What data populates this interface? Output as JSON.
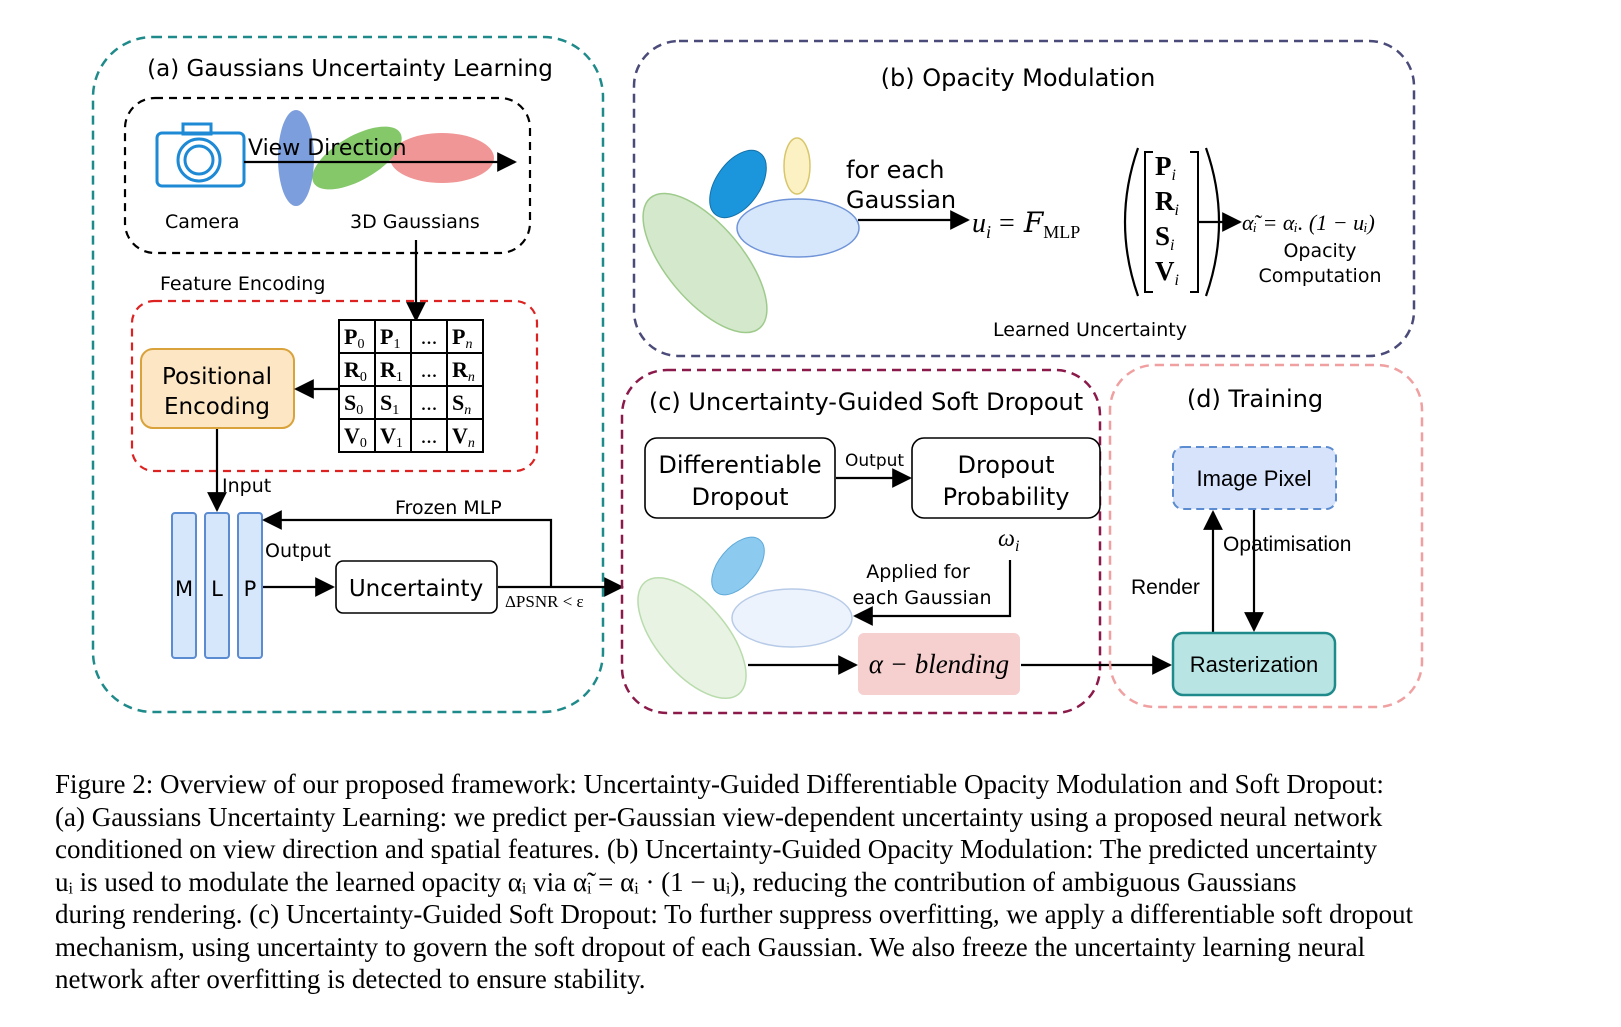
{
  "panel_a": {
    "title": "(a) Gaussians Uncertainty Learning",
    "view_direction": "View Direction",
    "camera": "Camera",
    "gaussians_3d": "3D Gaussians",
    "feature_encoding": "Feature Encoding",
    "positional_encoding_1": "Positional",
    "positional_encoding_2": "Encoding",
    "input": "Input",
    "output": "Output",
    "frozen_mlp": "Frozen MLP",
    "uncertainty": "Uncertainty",
    "mlp_letters": [
      "M",
      "L",
      "P"
    ],
    "psnr_condition": "ΔPSNR < ε",
    "matrix": [
      [
        "P",
        "0",
        "P",
        "1",
        "...",
        "P",
        "n"
      ],
      [
        "R",
        "0",
        "R",
        "1",
        "...",
        "R",
        "n"
      ],
      [
        "S",
        "0",
        "S",
        "1",
        "...",
        "S",
        "n"
      ],
      [
        "V",
        "0",
        "V",
        "1",
        "...",
        "V",
        "n"
      ]
    ]
  },
  "panel_b": {
    "title": "(b)  Opacity Modulation",
    "for_each_1": "for each",
    "for_each_2": "Gaussian",
    "formula_u": "u",
    "formula_sub_i": "i",
    "formula_eq": "= ",
    "formula_f": "F",
    "formula_mlp": "MLP",
    "vector": [
      "P",
      "R",
      "S",
      "V"
    ],
    "alpha_formula": "α̃ᵢ = αᵢ. (1 − uᵢ)",
    "opacity_1": "Opacity",
    "opacity_2": "Computation",
    "learned_uncertainty": "Learned Uncertainty"
  },
  "panel_c": {
    "title": "(c) Uncertainty-Guided Soft Dropout",
    "diff_dropout_1": "Differentiable",
    "diff_dropout_2": "Dropout",
    "output": "Output",
    "dropout_prob_1": "Dropout",
    "dropout_prob_2": "Probability",
    "omega": "ω",
    "omega_sub": "i",
    "applied_1": "Applied for",
    "applied_2": "each Gaussian",
    "alpha_blending": "α − blending"
  },
  "panel_d": {
    "title": "(d) Training",
    "image_pixel": "Image Pixel",
    "optimisation": "Opatimisation",
    "render": "Render",
    "rasterization": "Rasterization"
  },
  "caption": {
    "line1": "Figure 2: Overview of our proposed framework: Uncertainty-Guided Differentiable Opacity Modulation and Soft Dropout:",
    "line2": "(a) Gaussians Uncertainty Learning: we predict per-Gaussian view-dependent uncertainty using a proposed neural network",
    "line3": "conditioned on view direction and spatial features. (b) Uncertainty-Guided Opacity Modulation: The predicted uncertainty",
    "line4": "uᵢ is used to modulate the learned opacity αᵢ via α̃ᵢ = αᵢ · (1 − uᵢ), reducing the contribution of ambiguous Gaussians",
    "line5": "during rendering. (c) Uncertainty-Guided Soft Dropout: To further suppress overfitting, we apply a differentiable soft dropout",
    "line6": "mechanism, using uncertainty to govern the soft dropout of each Gaussian. We also freeze the uncertainty learning neural",
    "line7": "network after overfitting is detected to ensure stability."
  },
  "colors": {
    "panel_a_border": "#1f8a8a",
    "panel_b_border": "#4b4b7a",
    "panel_c_border": "#8b1a4b",
    "panel_d_border": "#f0a0a0",
    "feature_border": "#dd2222",
    "positional_fill": "#fde6c4",
    "positional_border": "#d9a23a",
    "mlp_fill": "#d6e6fb",
    "mlp_border": "#5b8bd0",
    "camera_blue": "#1e8ad6",
    "image_pixel_fill": "#d6e3fb",
    "rasterization_fill": "#b9e4e4",
    "rasterization_border": "#1f8a8a",
    "alpha_blend_fill": "#f6cfcf"
  }
}
